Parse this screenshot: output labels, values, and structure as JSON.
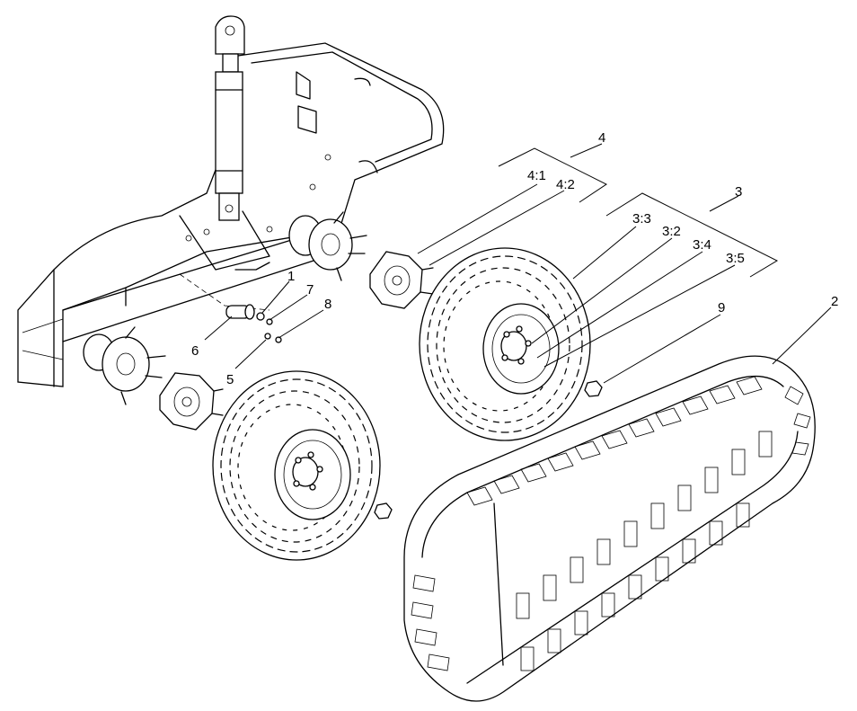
{
  "callouts": [
    {
      "id": "c-4",
      "label": "4"
    },
    {
      "id": "c-4-1",
      "label": "4:1"
    },
    {
      "id": "c-4-2",
      "label": "4:2"
    },
    {
      "id": "c-3",
      "label": "3"
    },
    {
      "id": "c-3-3",
      "label": "3:3"
    },
    {
      "id": "c-3-2",
      "label": "3:2"
    },
    {
      "id": "c-3-4",
      "label": "3:4"
    },
    {
      "id": "c-3-5",
      "label": "3:5"
    },
    {
      "id": "c-9",
      "label": "9"
    },
    {
      "id": "c-2",
      "label": "2"
    },
    {
      "id": "c-1",
      "label": "1"
    },
    {
      "id": "c-7",
      "label": "7"
    },
    {
      "id": "c-8",
      "label": "8"
    },
    {
      "id": "c-6",
      "label": "6"
    },
    {
      "id": "c-5",
      "label": "5"
    }
  ],
  "colors": {
    "line": "#000000",
    "background": "#ffffff"
  }
}
